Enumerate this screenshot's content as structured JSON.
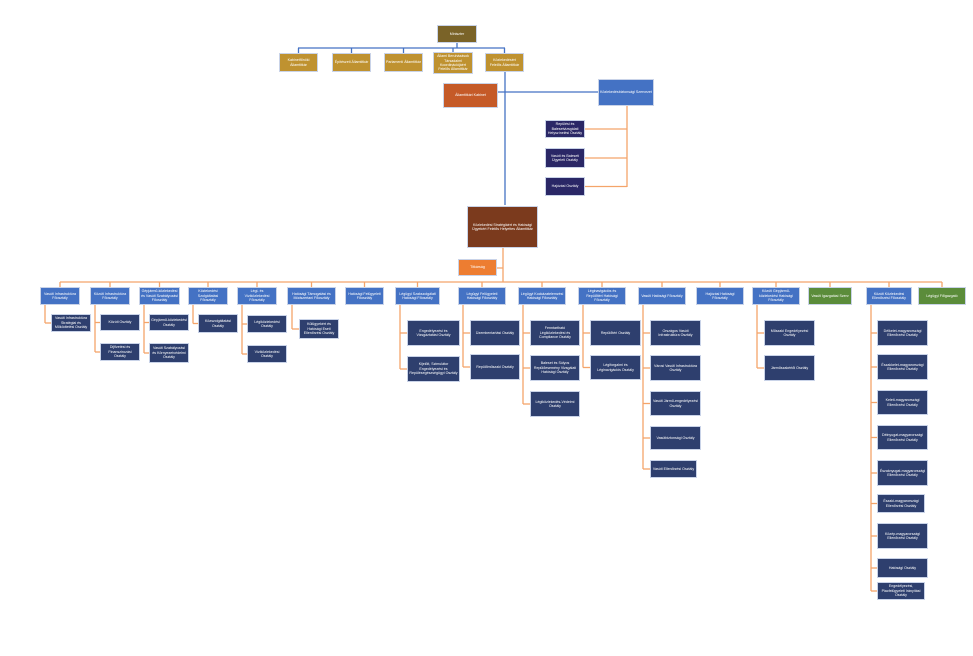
{
  "colors": {
    "minister": "#7a6328",
    "state_secretary": "#bf9230",
    "cabinet": "#c55a28",
    "deputy": "#7b3a1d",
    "secretariat": "#ed7d31",
    "department": "#4472c4",
    "green_unit": "#5b8c3a",
    "office": "#2e3f6e",
    "safety_office": "#2a2766",
    "line_blue": "#4472c4",
    "line_orange": "#f4a46a"
  },
  "minister": "Miniszter",
  "state_secretaries": [
    "Kabinetfőnöki Államtitkár",
    "Építészeti Államtitkár",
    "Parlamenti Államtitkár",
    "Állami Beruházások Társadalmi Koordinációjáért Felelős Államtitkár",
    "Közlekedésért Felelős Államtitkár"
  ],
  "cabinet": "Államtitkári Kabinet",
  "safety_org": {
    "label": "Közlekedésbiztonsági Szervezet",
    "offices": [
      "Repülési és Balesetvizsgálati Helyszínelési Osztály",
      "Vasúti és Baleseti Ügyeleti Osztály",
      "Hajózási Osztály"
    ]
  },
  "deputy": "Közlekedési Stratégiáért és Hatósági Ügyekért Felelős Helyettes Államtitkár",
  "secretariat": "Titkárság",
  "departments": [
    {
      "label": "Vasúti Infrastruktúra Főosztály",
      "children": [
        "Vasúti Infrastruktúra Stratégiai és Működtetési Osztály"
      ]
    },
    {
      "label": "Közúti Infrastruktúra Főosztály",
      "children": [
        "Közúti Osztály",
        "Díjfizetési és Finanszírozási Osztály"
      ]
    },
    {
      "label": "Gépjármű-közlekedési és Vasúti Szabályozási Főosztály",
      "children": [
        "Gépjármű-közlekedési Osztály",
        "Vasúti Szabályozási és Környezetvédelmi Osztály"
      ]
    },
    {
      "label": "Közlekedési Szolgáltatási Főosztály",
      "children": [
        "Közszolgáltatási Osztály"
      ]
    },
    {
      "label": "Légi- és Víziközlekedési Főosztály",
      "children": [
        "Légiközlekedési Osztály",
        "Víziközlekedési Osztály"
      ]
    },
    {
      "label": "Hatósági Támogatási és Módszertani Főosztály",
      "children": [
        "Külügyekért és Hatósági Eseti Ellenőrzési Osztály"
      ]
    },
    {
      "label": "Hatósági Felügyeleti Főosztály",
      "children": []
    },
    {
      "label": "Légügyi Szakszolgálati Hatósági Főosztály",
      "children": [
        "Engedélyezési és Vizsgáztatási Osztály",
        "Kijelölt, Szimulátor Engedélyezési és Repülésegészségügyi Osztály"
      ]
    },
    {
      "label": "Légügyi Felügyeleti Hatósági Főosztály",
      "children": [
        "Üzembentartási Osztály",
        "Repülőműszaki Osztály"
      ]
    },
    {
      "label": "Légügyi Kockázatelemzési Hatósági Főosztály",
      "children": [
        "Fenntartható Légiközlekedési és Compliance Osztály",
        "Baleset és Súlyos Repülőesemény Vizsgálati Hatósági Osztály",
        "Légiközlekedés-Védelmi Osztály"
      ]
    },
    {
      "label": "Léginavigációs és Repülőtéri Hatósági Főosztály",
      "children": [
        "Repülőtéri Osztály",
        "Légiforgalmi és Léginavigációs Osztály"
      ]
    },
    {
      "label": "Vasúti Hatósági Főosztály",
      "children": [
        "Országos Vasúti Infrastruktúra Osztály",
        "Városi Vasúti Infrastruktúra Osztály",
        "Vasúti Jármű-engedélyezési Osztály",
        "Vasútbiztonsági Osztály",
        "Vasúti Ellenőrzési Osztály"
      ]
    },
    {
      "label": "Hajózási Hatósági Főosztály",
      "children": []
    },
    {
      "label": "Közúti Gépjármű-közlekedési Hatósági Főosztály",
      "children": [
        "Műszaki Engedélyezési Osztály",
        "Járműszakértői Osztály"
      ]
    },
    {
      "label": "Vasúti Igazgatási Szerv",
      "children": [],
      "green": true
    },
    {
      "label": "Közúti Közlekedési Ellenőrzési Főosztály",
      "children": [
        "Délkelet-magyarországi Ellenőrzési Osztály",
        "Északkelet-magyarországi Ellenőrzési Osztály",
        "Keleti-magyarországi Ellenőrzési Osztály",
        "Délnyugat-magyarországi Ellenőrzési Osztály",
        "Északnyugat-magyarországi Ellenőrzési Osztály",
        "Északi-magyarországi Ellenőrzési Osztály",
        "Közép-magyarországi Ellenőrzési Osztály",
        "Hatósági Osztály",
        "Engedélyezési, Piacfelügyeleti Irányítási Osztály"
      ]
    },
    {
      "label": "Légügyi Főigazgató",
      "children": [],
      "green": true
    }
  ]
}
